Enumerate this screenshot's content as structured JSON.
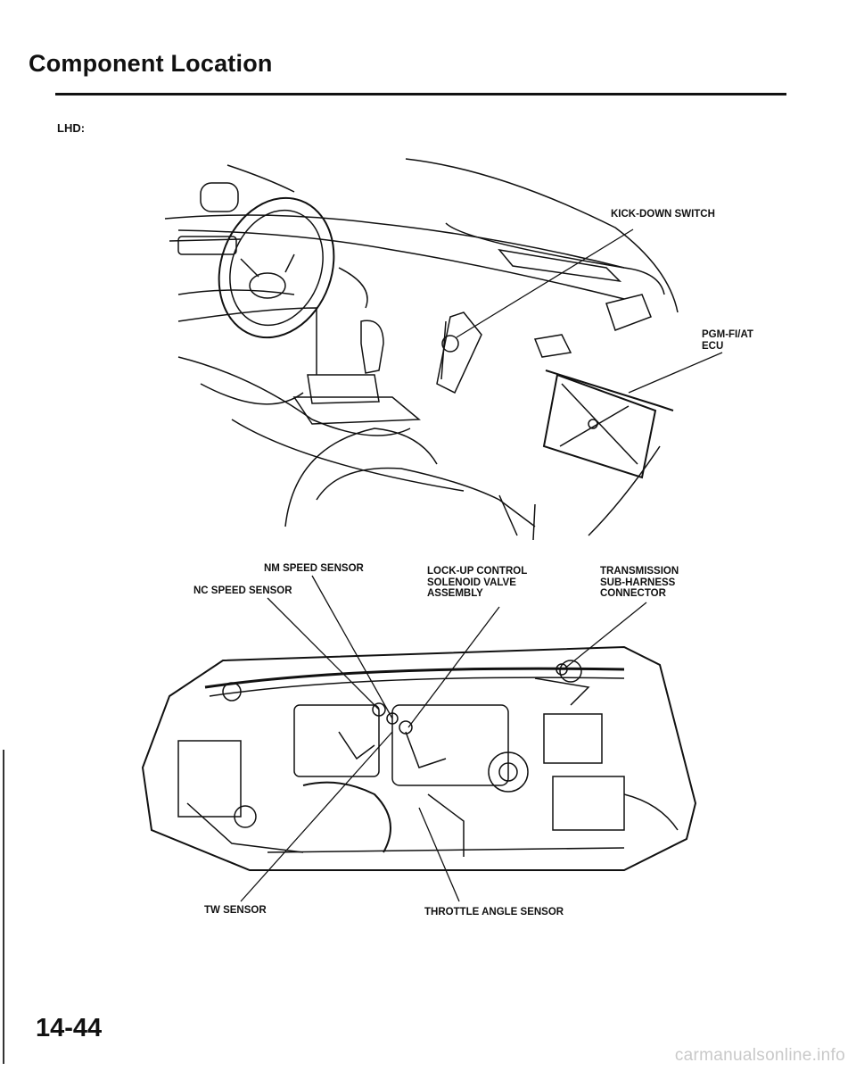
{
  "header": {
    "title": "Component Location",
    "variant": "LHD:"
  },
  "figure_interior": {
    "labels": {
      "kick_down_switch": "KICK-DOWN SWITCH",
      "pgm_ecu": "PGM-FI/AT\nECU"
    }
  },
  "figure_engine": {
    "labels": {
      "nm_speed_sensor": "NM SPEED SENSOR",
      "nc_speed_sensor": "NC SPEED SENSOR",
      "lockup_valve": "LOCK-UP CONTROL\nSOLENOID VALVE\nASSEMBLY",
      "trans_connector": "TRANSMISSION\nSUB-HARNESS\nCONNECTOR",
      "tw_sensor": "TW SENSOR",
      "throttle_sensor": "THROTTLE ANGLE SENSOR"
    }
  },
  "footer": {
    "page_number": "14-44",
    "watermark": "carmanualsonline.info"
  }
}
